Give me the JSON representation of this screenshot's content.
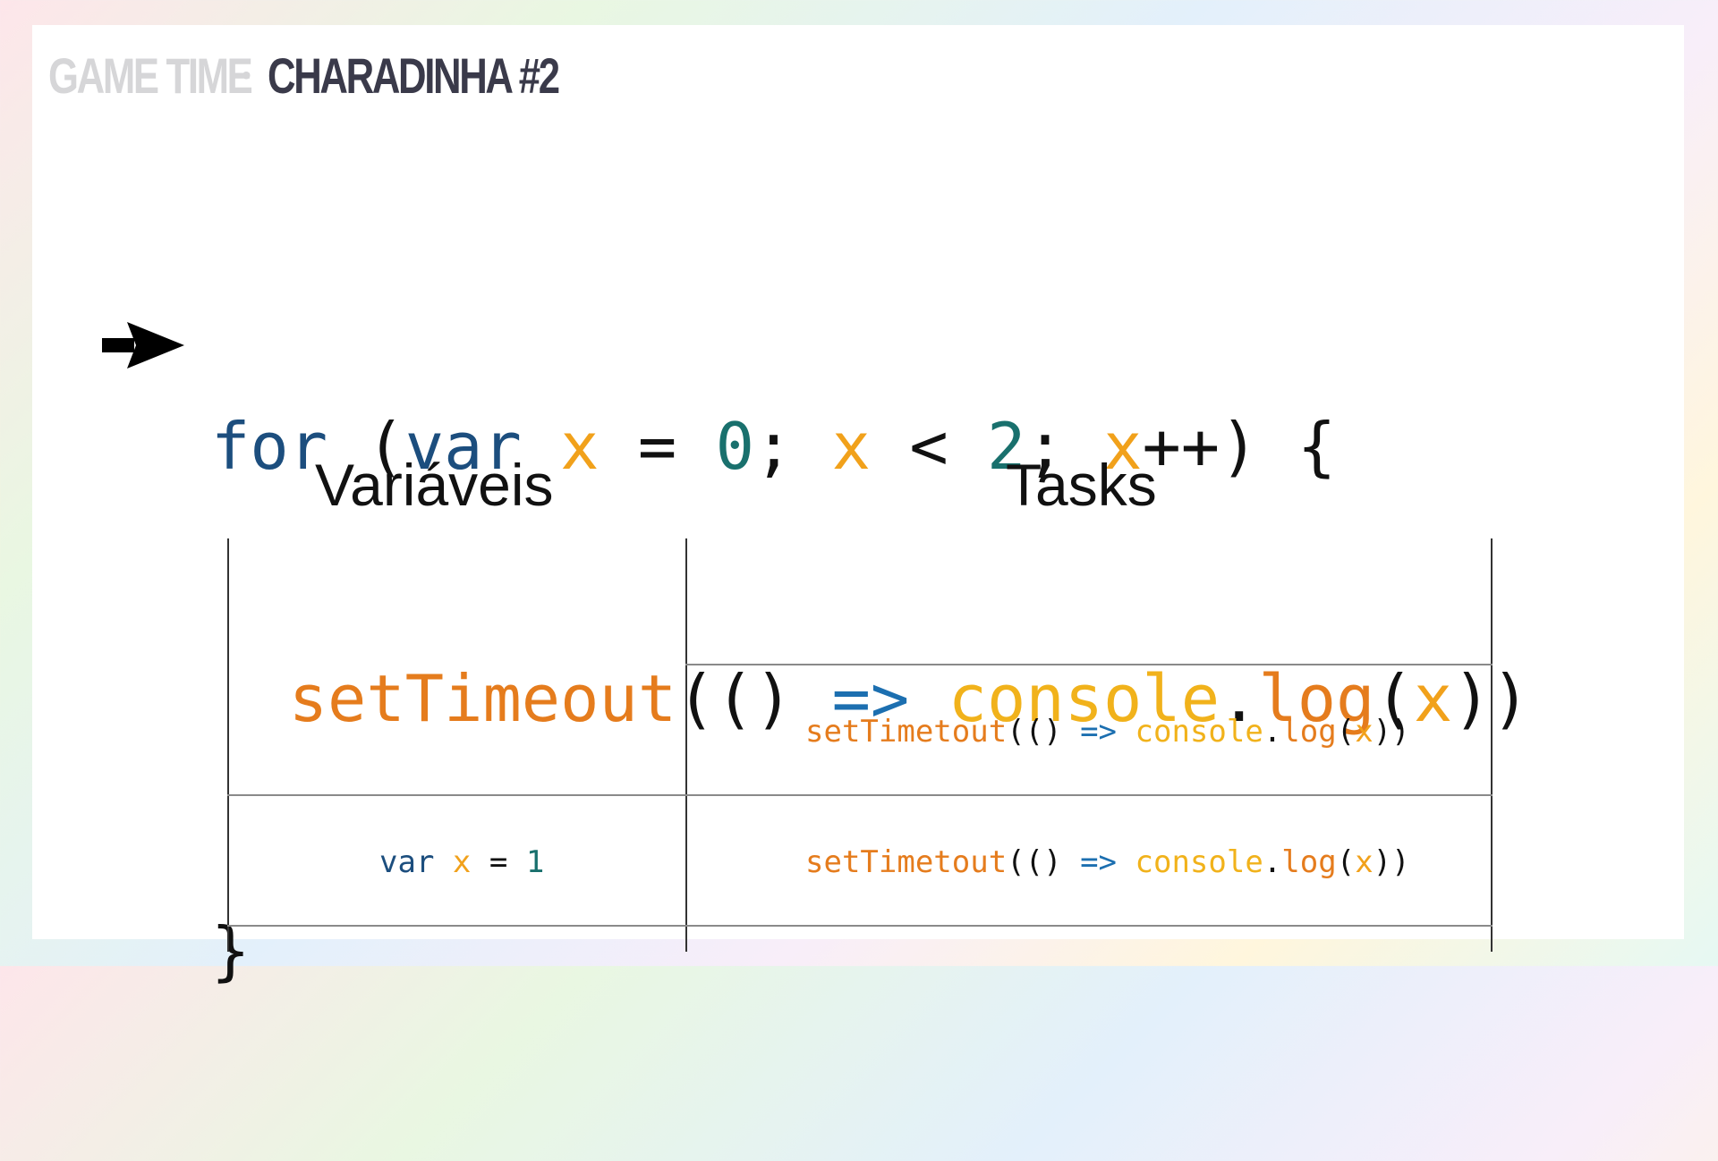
{
  "header": {
    "section": "GAME TIME",
    "separator": "•",
    "title": "CHARADINHA #2"
  },
  "code": {
    "line1": {
      "for": "for",
      "open": " (",
      "var": "var",
      "sp1": " ",
      "x1": "x",
      "eq": " = ",
      "zero": "0",
      "semi1": "; ",
      "x2": "x",
      "lt": " < ",
      "two": "2",
      "semi2": "; ",
      "x3": "x",
      "inc": "++) {"
    },
    "line2": {
      "indent": "  ",
      "fn": "setTimeout",
      "parens": "(() ",
      "arrow": "=>",
      "sp": " ",
      "console": "console",
      "dot": ".",
      "log": "log",
      "open": "(",
      "x": "x",
      "close": "))"
    },
    "line3": {
      "brace": "}"
    }
  },
  "pointer_icon": "right-arrow-icon",
  "labels": {
    "variables": "Variáveis",
    "tasks": "Tasks"
  },
  "variables_cell": {
    "kw": "var",
    "name": "x",
    "eq": " = ",
    "value": "1"
  },
  "tasks": [
    {
      "fn": "setTimetout",
      "parens": "(() ",
      "arrow": "=>",
      "sp": " ",
      "console": "console",
      "dot": ".",
      "log": "log",
      "open": "(",
      "x": "x",
      "close": "))"
    },
    {
      "fn": "setTimetout",
      "parens": "(() ",
      "arrow": "=>",
      "sp": " ",
      "console": "console",
      "dot": ".",
      "log": "log",
      "open": "(",
      "x": "x",
      "close": "))"
    }
  ],
  "colors": {
    "keyword": "#1c4e7e",
    "variable": "#f1a11b",
    "number": "#19706d",
    "function": "#e57c1d",
    "object": "#f1b21b",
    "arrow": "#1c6fb0"
  }
}
